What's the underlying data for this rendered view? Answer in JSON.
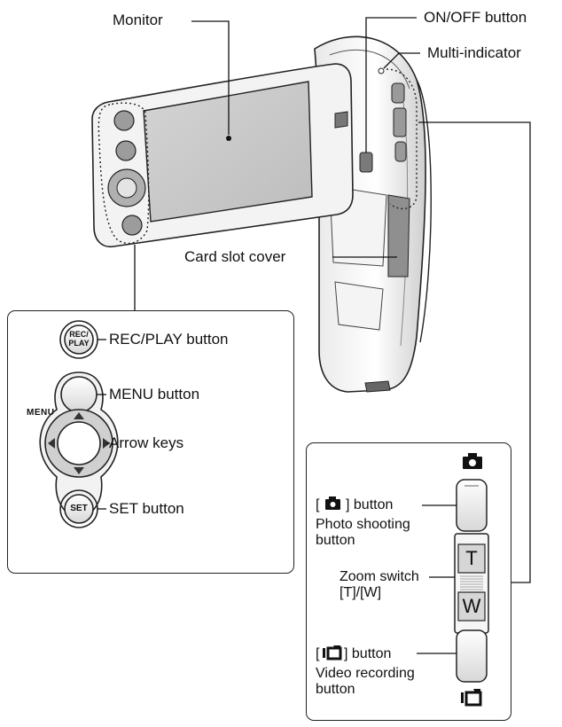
{
  "callouts": {
    "monitor": "Monitor",
    "on_off": "ON/OFF button",
    "multi_indicator": "Multi-indicator",
    "card_slot": "Card slot cover"
  },
  "left_panel": {
    "rec_play_key": "REC/\nPLAY",
    "rec_play_label": "REC/PLAY button",
    "menu_key_caption": "MENU",
    "menu_label": "MENU button",
    "arrow_label": "Arrow keys",
    "set_key": "SET",
    "set_label": "SET button"
  },
  "right_panel": {
    "photo_btn_pre": "[",
    "photo_btn_post": "] button",
    "photo_desc_1": "Photo shooting",
    "photo_desc_2": "button",
    "zoom_1": "Zoom switch",
    "zoom_2": "[T]/[W]",
    "zoom_t": "T",
    "zoom_w": "W",
    "video_btn_pre": "[",
    "video_btn_post": "] button",
    "video_desc_1": "Video recording",
    "video_desc_2": "button"
  }
}
